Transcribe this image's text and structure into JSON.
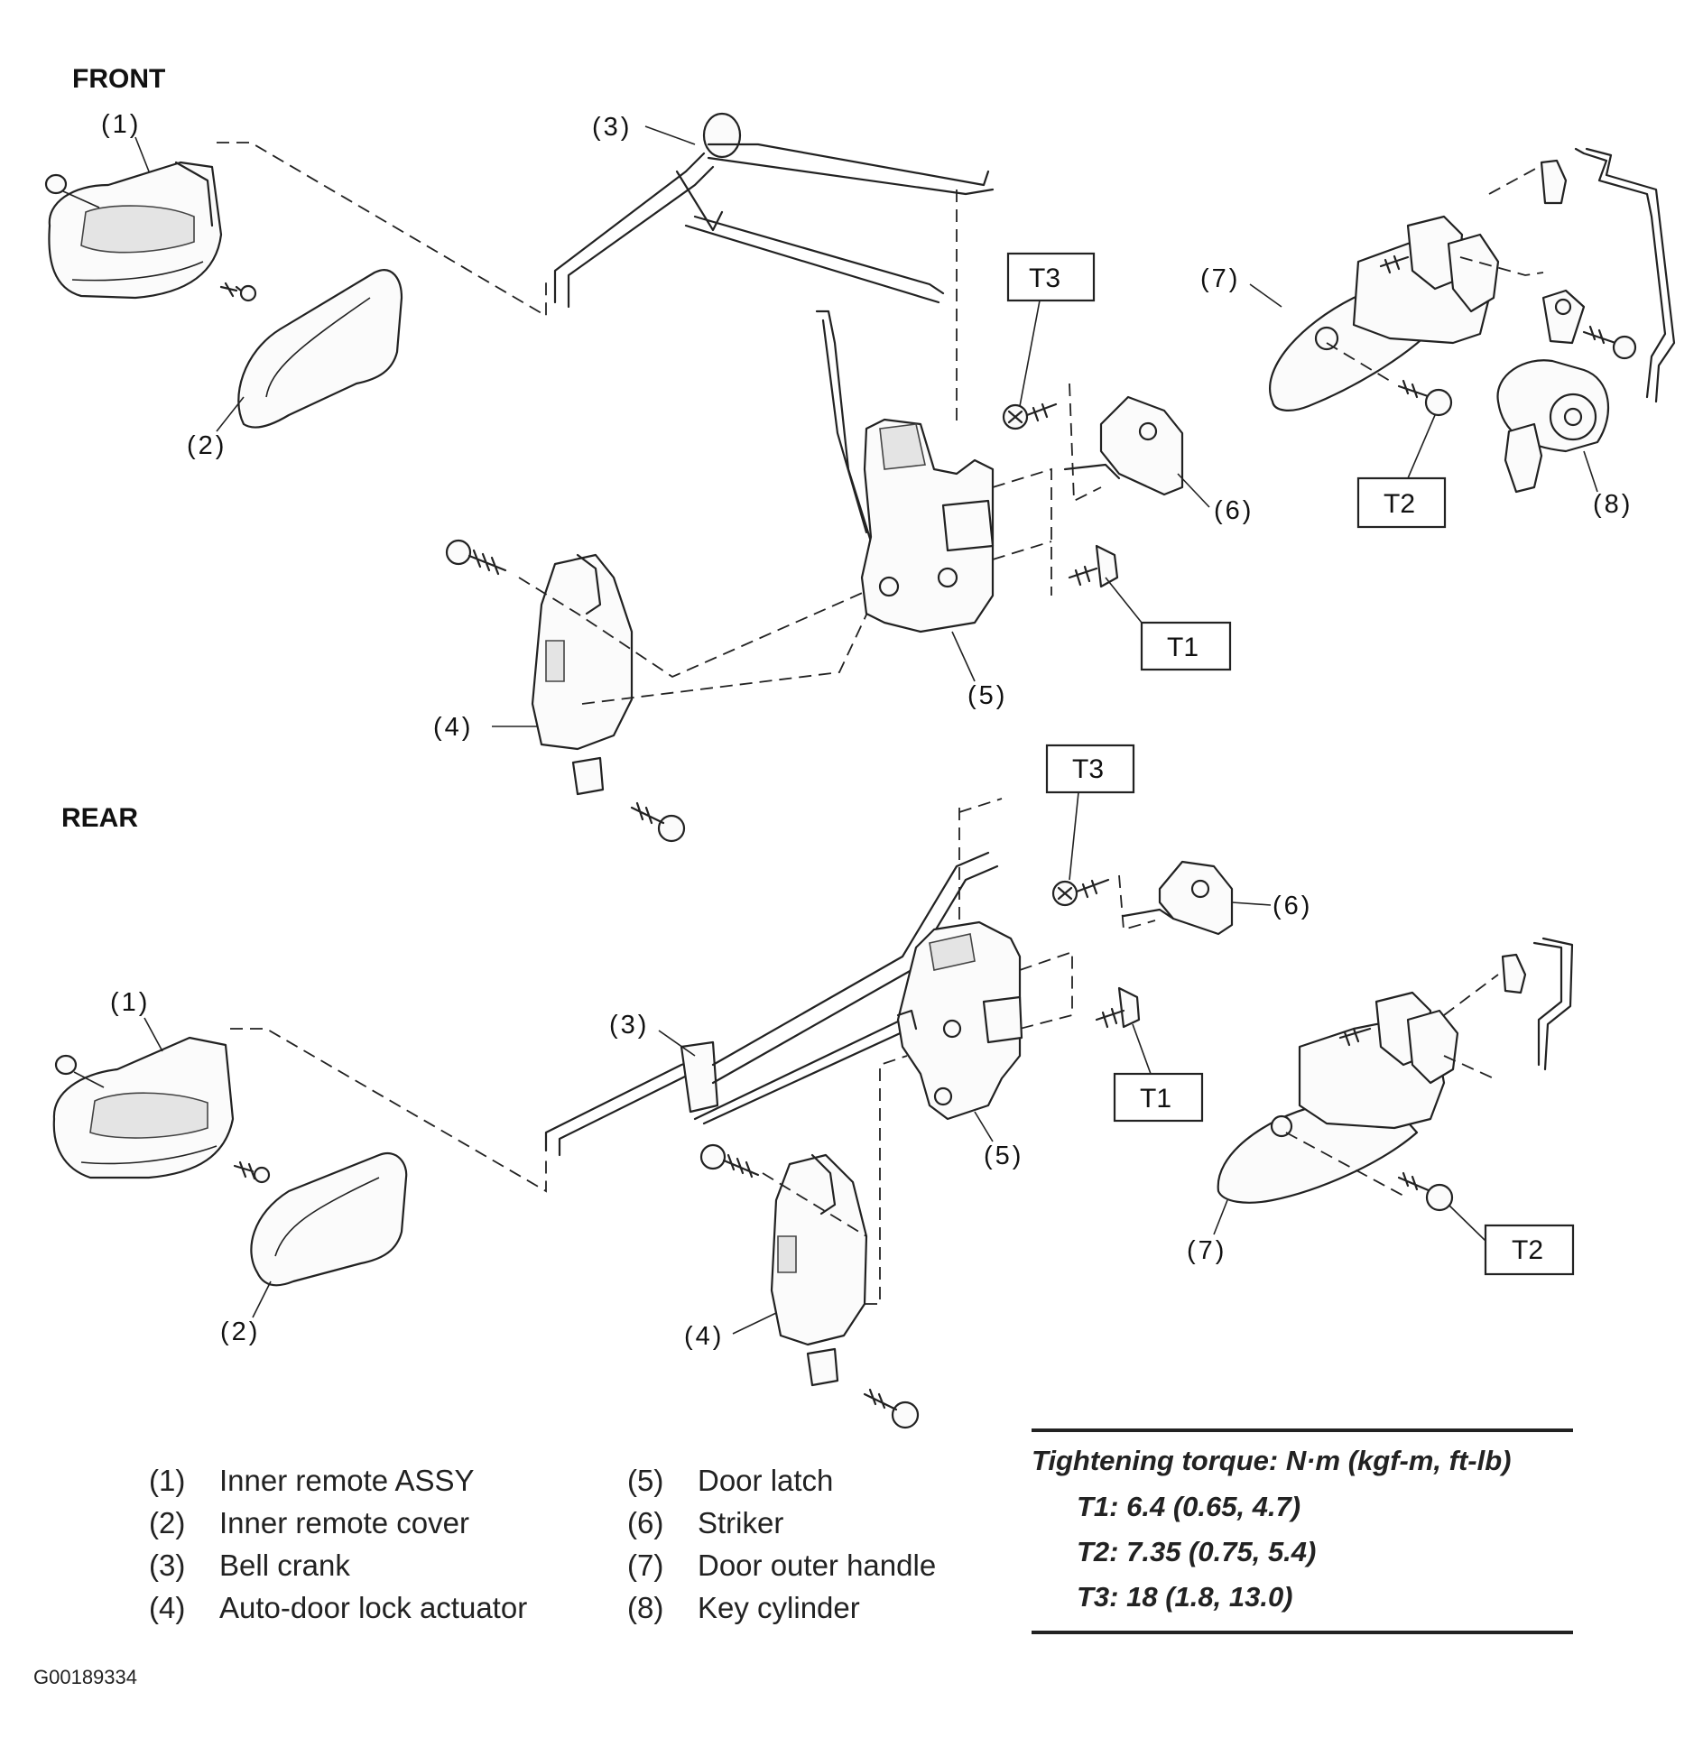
{
  "sections": {
    "front": "FRONT",
    "rear": "REAR"
  },
  "callouts": {
    "front": [
      "(1)",
      "(2)",
      "(3)",
      "(4)",
      "(5)",
      "(6)",
      "(7)",
      "(8)"
    ],
    "rear": [
      "(1)",
      "(2)",
      "(3)",
      "(4)",
      "(5)",
      "(6)",
      "(7)"
    ]
  },
  "torque_boxes": {
    "front": [
      "T3",
      "T1",
      "T2"
    ],
    "rear": [
      "T3",
      "T1",
      "T2"
    ]
  },
  "legend": [
    {
      "num": "(1)",
      "text": "Inner remote ASSY"
    },
    {
      "num": "(2)",
      "text": "Inner remote cover"
    },
    {
      "num": "(3)",
      "text": "Bell crank"
    },
    {
      "num": "(4)",
      "text": "Auto-door lock actuator"
    },
    {
      "num": "(5)",
      "text": "Door latch"
    },
    {
      "num": "(6)",
      "text": "Striker"
    },
    {
      "num": "(7)",
      "text": "Door outer handle"
    },
    {
      "num": "(8)",
      "text": "Key cylinder"
    }
  ],
  "torque": {
    "title": "Tightening torque: N·m (kgf-m, ft-lb)",
    "values": [
      "T1: 6.4 (0.65, 4.7)",
      "T2: 7.35 (0.75, 5.4)",
      "T3: 18 (1.8, 13.0)"
    ]
  },
  "figure_id": "G00189334"
}
